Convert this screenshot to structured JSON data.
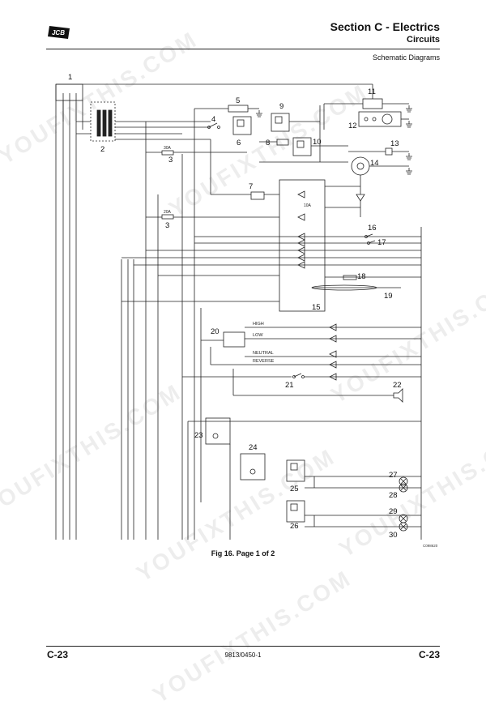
{
  "header": {
    "title": "Section C - Electrics",
    "subtitle": "Circuits",
    "description": "Schematic Diagrams",
    "logo_text": "JCB"
  },
  "diagram": {
    "component_numbers": [
      "1",
      "2",
      "3",
      "3",
      "4",
      "5",
      "6",
      "7",
      "8",
      "9",
      "10",
      "11",
      "12",
      "13",
      "14",
      "15",
      "16",
      "17",
      "18",
      "19",
      "20",
      "21",
      "22",
      "23",
      "24",
      "25",
      "26",
      "27",
      "28",
      "29",
      "30"
    ],
    "fuse_ratings": [
      "30A",
      "20A",
      "10A"
    ],
    "switch_labels": [
      "HIGH",
      "LOW",
      "NEUTRAL",
      "REVERSE"
    ],
    "figure_code": "C098620"
  },
  "caption": "Fig 16. Page 1 of 2",
  "footer": {
    "page_left": "C-23",
    "doc_number": "9813/0450-1",
    "page_right": "C-23"
  },
  "watermark": "YOUFIXTHIS.COM"
}
